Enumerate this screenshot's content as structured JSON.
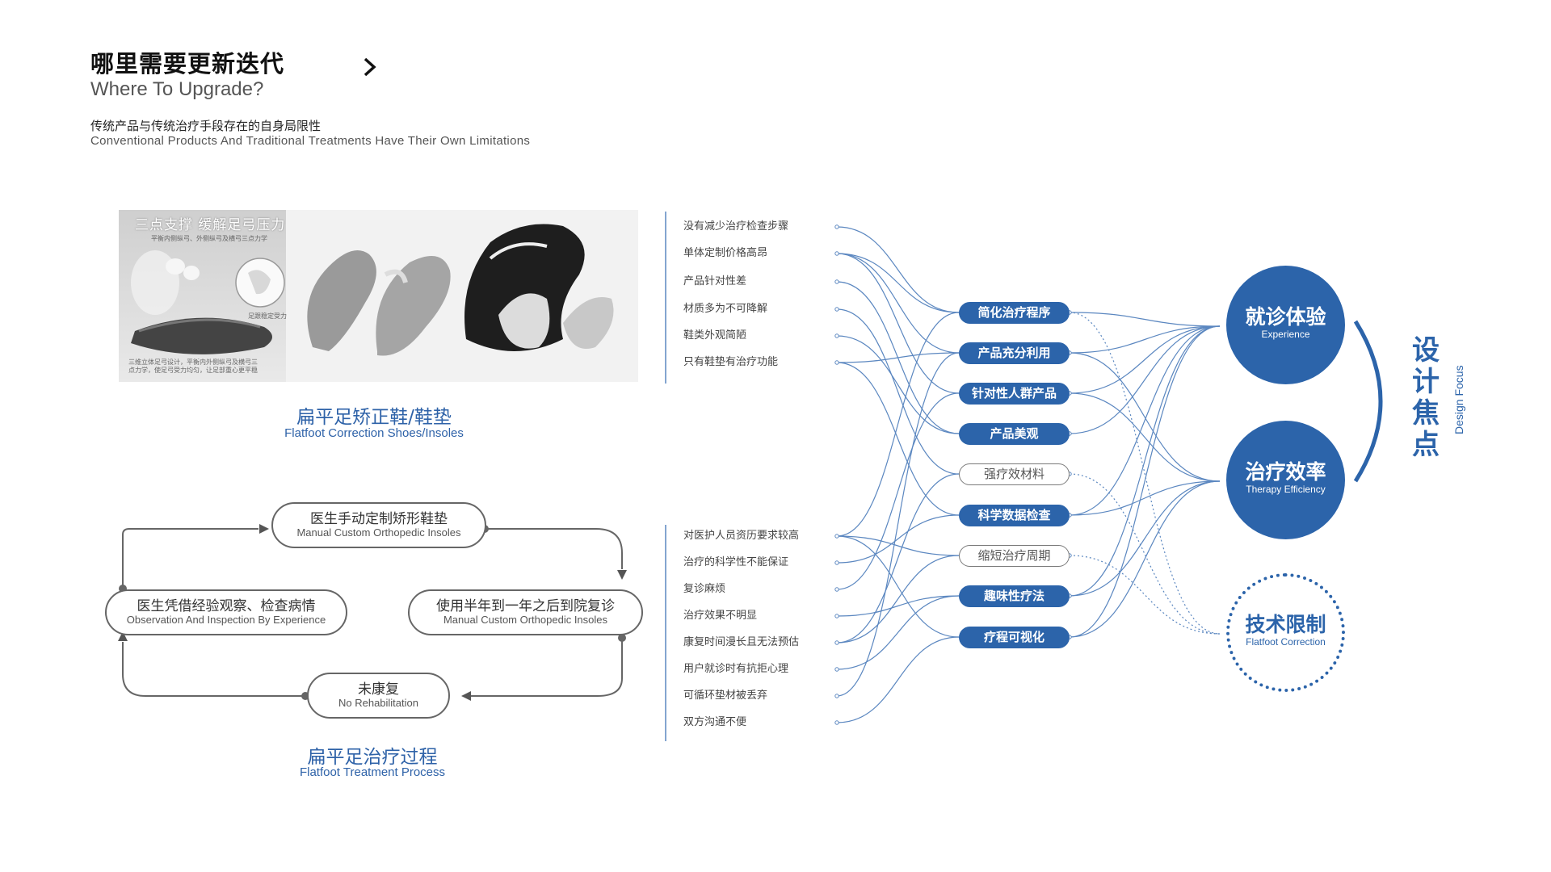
{
  "header": {
    "title_cn": "哪里需要更新迭代",
    "title_en": "Where To Upgrade?",
    "subtitle_cn": "传统产品与传统治疗手段存在的自身局限性",
    "subtitle_en": "Conventional Products And Traditional Treatments Have Their Own Limitations"
  },
  "photo": {
    "caption": "三点支撑 缓解足弓压力",
    "small1": "平衡内侧纵弓、外侧纵弓及横弓三点力学",
    "small2": "三维立体足弓设计，平衡内外侧纵弓及横弓三点力学，使足弓受力均匀，让足部重心更平稳",
    "small3": "足跟稳定受力"
  },
  "section1": {
    "title_cn": "扁平足矫正鞋/鞋垫",
    "title_en": "Flatfoot Correction Shoes/Insoles"
  },
  "section2": {
    "title_cn": "扁平足治疗过程",
    "title_en": "Flatfoot Treatment Process"
  },
  "process": {
    "top": {
      "cn": "医生手动定制矫形鞋垫",
      "en": "Manual Custom Orthopedic Insoles"
    },
    "left": {
      "cn": "医生凭借经验观察、检查病情",
      "en": "Observation And Inspection By Experience"
    },
    "right": {
      "cn": "使用半年到一年之后到院复诊",
      "en": "Manual Custom Orthopedic Insoles"
    },
    "bottom": {
      "cn": "未康复",
      "en": "No Rehabilitation"
    }
  },
  "problems_top": [
    "没有减少治疗检查步骤",
    "单体定制价格高昂",
    "产品针对性差",
    "材质多为不可降解",
    "鞋类外观简陋",
    "只有鞋垫有治疗功能"
  ],
  "problems_bottom": [
    "对医护人员资历要求较高",
    "治疗的科学性不能保证",
    "复诊麻烦",
    "治疗效果不明显",
    "康复时间漫长且无法预估",
    "用户就诊时有抗拒心理",
    "可循环垫材被丢弃",
    "双方沟通不便"
  ],
  "tags": [
    {
      "label": "简化治疗程序",
      "style": "solid"
    },
    {
      "label": "产品充分利用",
      "style": "solid"
    },
    {
      "label": "针对性人群产品",
      "style": "solid"
    },
    {
      "label": "产品美观",
      "style": "solid"
    },
    {
      "label": "强疗效材料",
      "style": "outline"
    },
    {
      "label": "科学数据检查",
      "style": "solid"
    },
    {
      "label": "缩短治疗周期",
      "style": "outline"
    },
    {
      "label": "趣味性疗法",
      "style": "solid"
    },
    {
      "label": "疗程可视化",
      "style": "solid"
    }
  ],
  "circles": {
    "experience": {
      "cn": "就诊体验",
      "en": "Experience"
    },
    "therapy": {
      "cn": "治疗效率",
      "en": "Therapy Efficiency"
    },
    "tech": {
      "cn": "技术限制",
      "en": "Flatfoot Correction"
    }
  },
  "focus": {
    "cn": "设计焦点",
    "en": "Design Focus"
  },
  "colors": {
    "accent": "#2c64aa",
    "line": "#5b87c0",
    "gray": "#666666"
  }
}
